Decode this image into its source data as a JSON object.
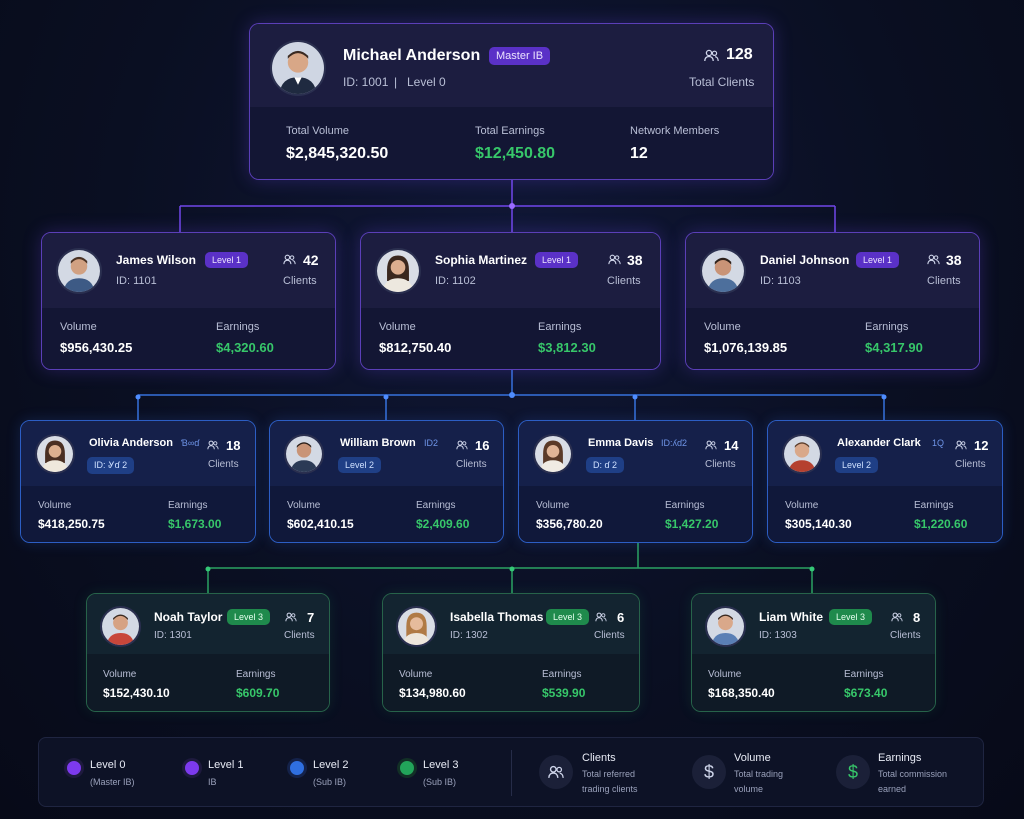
{
  "root": {
    "name": "Michael Anderson",
    "badge": "Master IB",
    "id_line": "ID: 1001",
    "separator": "|",
    "level": "Level 0",
    "clients": "128",
    "clients_label": "Total Clients",
    "volume_label": "Total Volume",
    "volume": "$2,845,320.50",
    "earnings_label": "Total Earnings",
    "earnings": "$12,450.80",
    "members_label": "Network Members",
    "members": "12"
  },
  "level1": [
    {
      "name": "James Wilson",
      "badge": "Level 1",
      "id": "ID: 1101",
      "clients": "42",
      "clients_label": "Clients",
      "volume_label": "Volume",
      "volume": "$956,430.25",
      "earnings_label": "Earnings",
      "earnings": "$4,320.60"
    },
    {
      "name": "Sophia Martinez",
      "badge": "Level 1",
      "id": "ID: 1102",
      "clients": "38",
      "clients_label": "Clients",
      "volume_label": "Volume",
      "volume": "$812,750.40",
      "earnings_label": "Earnings",
      "earnings": "$3,812.30"
    },
    {
      "name": "Daniel Johnson",
      "badge": "Level 1",
      "id": "ID: 1103",
      "clients": "38",
      "clients_label": "Clients",
      "volume_label": "Volume",
      "volume": "$1,076,139.85",
      "earnings_label": "Earnings",
      "earnings": "$4,317.90"
    }
  ],
  "level2": [
    {
      "name": "Olivia Anderson",
      "tag": "Ɓ∞ɗ",
      "badge_text": "ID: Ꮍɗ 2",
      "clients": "18",
      "clients_label": "Clients",
      "volume_label": "Volume",
      "volume": "$418,250.75",
      "earnings_label": "Earnings",
      "earnings": "$1,673.00"
    },
    {
      "name": "William Brown",
      "tag": "ID2",
      "badge_text": "Level 2",
      "clients": "16",
      "clients_label": "Clients",
      "volume_label": "Volume",
      "volume": "$602,410.15",
      "earnings_label": "Earnings",
      "earnings": "$2,409.60"
    },
    {
      "name": "Emma Davis",
      "tag": "ID:ʎɗ2",
      "badge_text": "D: ɗ 2",
      "clients": "14",
      "clients_label": "Clients",
      "volume_label": "Volume",
      "volume": "$356,780.20",
      "earnings_label": "Earnings",
      "earnings": "$1,427.20"
    },
    {
      "name": "Alexander Clark",
      "tag": "1Q",
      "badge_text": "Level 2",
      "clients": "12",
      "clients_label": "Clients",
      "volume_label": "Volume",
      "volume": "$305,140.30",
      "earnings_label": "Earnings",
      "earnings": "$1,220.60"
    }
  ],
  "level3": [
    {
      "name": "Noah Taylor",
      "badge": "Level 3",
      "id": "ID: 1301",
      "clients": "7",
      "clients_label": "Clients",
      "volume_label": "Volume",
      "volume": "$152,430.10",
      "earnings_label": "Earnings",
      "earnings": "$609.70"
    },
    {
      "name": "Isabella Thomas",
      "badge": "Level 3",
      "id": "ID: 1302",
      "clients": "6",
      "clients_label": "Clients",
      "volume_label": "Volume",
      "volume": "$134,980.60",
      "earnings_label": "Earnings",
      "earnings": "$539.90"
    },
    {
      "name": "Liam White",
      "badge": "Level 3",
      "id": "ID: 1303",
      "clients": "8",
      "clients_label": "Clients",
      "volume_label": "Volume",
      "volume": "$168,350.40",
      "earnings_label": "Earnings",
      "earnings": "$673.40"
    }
  ],
  "legend": {
    "levels": [
      {
        "title": "Level 0",
        "sub": "(Master IB)",
        "color": "#7c3aed"
      },
      {
        "title": "Level 1",
        "sub": "IB",
        "color": "#7c3aed"
      },
      {
        "title": "Level 2",
        "sub": "(Sub IB)",
        "color": "#2f6fe0"
      },
      {
        "title": "Level 3",
        "sub": "(Sub IB)",
        "color": "#22a55a"
      }
    ],
    "metrics": [
      {
        "title": "Clients",
        "line1": "Total referred",
        "line2": "trading clients",
        "icon": "people-icon"
      },
      {
        "title": "Volume",
        "line1": "Total trading",
        "line2": "volume",
        "icon": "dollar-icon",
        "glyph": "$"
      },
      {
        "title": "Earnings",
        "line1": "Total commission",
        "line2": "earned",
        "icon": "dollar-icon",
        "glyph": "$"
      }
    ]
  },
  "colors": {
    "purple": "#7c3aed",
    "blue": "#2f6fe0",
    "green": "#22a55a",
    "earnings": "#37c76a"
  }
}
